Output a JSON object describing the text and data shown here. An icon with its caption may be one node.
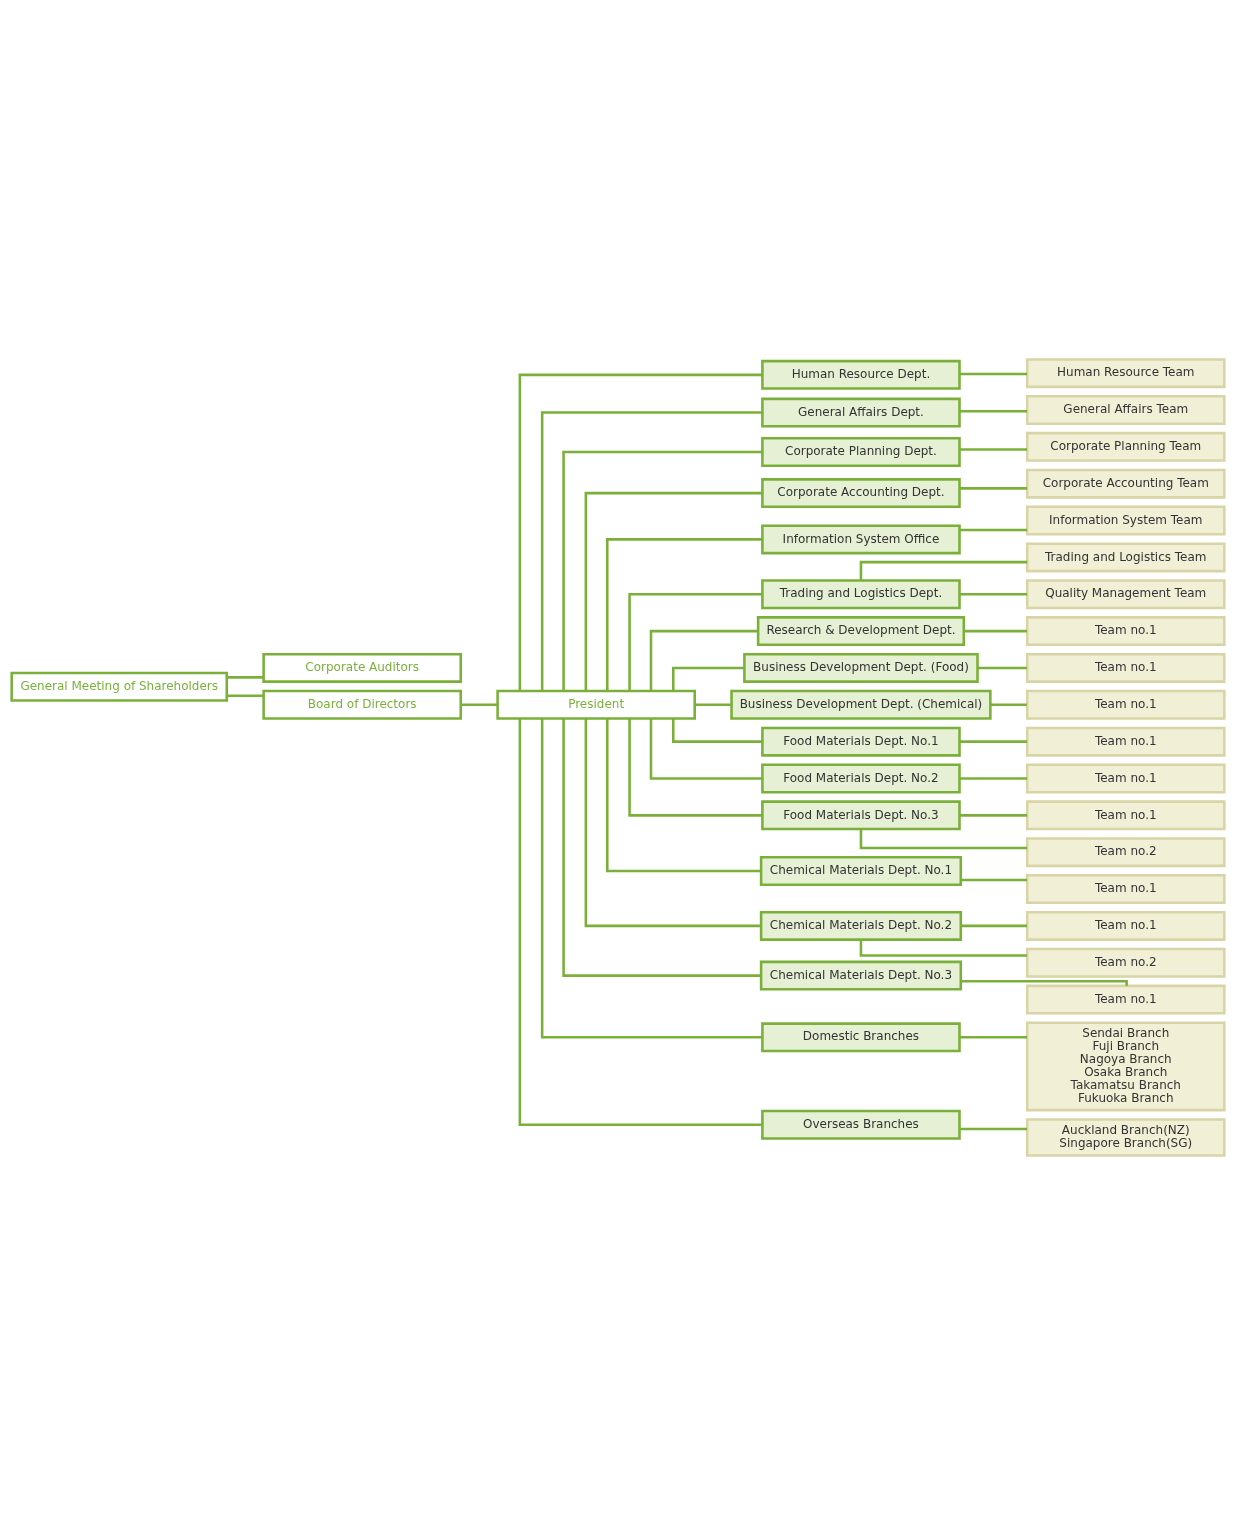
{
  "diagram": {
    "nodes": [
      {
        "text": [
          "General Meeting of Shareholders"
        ]
      },
      {
        "text": [
          "Corporate Auditors"
        ]
      },
      {
        "text": [
          "Board of Directors"
        ]
      },
      {
        "text": [
          "President"
        ]
      },
      {
        "text": [
          "Human Resource Dept."
        ]
      },
      {
        "text": [
          "Human Resource Team"
        ]
      },
      {
        "text": [
          "General Affairs Dept."
        ]
      },
      {
        "text": [
          "General Affairs Team"
        ]
      },
      {
        "text": [
          "Corporate Planning Dept."
        ]
      },
      {
        "text": [
          "Corporate Planning Team"
        ]
      },
      {
        "text": [
          "Corporate Accounting Dept."
        ]
      },
      {
        "text": [
          "Corporate Accounting Team"
        ]
      },
      {
        "text": [
          "Information System Office"
        ]
      },
      {
        "text": [
          "Information System Team"
        ]
      },
      {
        "text": [
          "Trading and Logistics Dept."
        ]
      },
      {
        "text": [
          "Trading and Logistics Team"
        ]
      },
      {
        "text": [
          "Quality Management Team"
        ]
      },
      {
        "text": [
          "Research & Development Dept."
        ]
      },
      {
        "text": [
          "Team no.1"
        ]
      },
      {
        "text": [
          "Business Development Dept. (Food)"
        ]
      },
      {
        "text": [
          "Team no.1"
        ]
      },
      {
        "text": [
          "Business Development Dept. (Chemical)"
        ]
      },
      {
        "text": [
          "Team no.1"
        ]
      },
      {
        "text": [
          "Food Materials Dept. No.1"
        ]
      },
      {
        "text": [
          "Team no.1"
        ]
      },
      {
        "text": [
          "Food Materials Dept. No.2"
        ]
      },
      {
        "text": [
          "Team no.1"
        ]
      },
      {
        "text": [
          "Food Materials Dept. No.3"
        ]
      },
      {
        "text": [
          "Team no.1"
        ]
      },
      {
        "text": [
          "Team no.2"
        ]
      },
      {
        "text": [
          "Chemical Materials Dept. No.1"
        ]
      },
      {
        "text": [
          "Team no.1"
        ]
      },
      {
        "text": [
          "Chemical Materials Dept. No.2"
        ]
      },
      {
        "text": [
          "Team no.1"
        ]
      },
      {
        "text": [
          "Team no.2"
        ]
      },
      {
        "text": [
          "Chemical Materials Dept. No.3"
        ]
      },
      {
        "text": [
          "Team no.1"
        ]
      },
      {
        "text": [
          "Domestic Branches"
        ]
      },
      {
        "text": [
          "Sendai Branch",
          "Fuji Branch",
          "Nagoya Branch",
          "Osaka Branch",
          "Takamatsu Branch",
          "Fukuoka Branch"
        ]
      },
      {
        "text": [
          "Overseas Branches"
        ]
      },
      {
        "text": [
          "Auckland Branch(NZ)",
          "Singapore Branch(SG)"
        ]
      }
    ],
    "edges": [
      {
        "from": 0,
        "to": 1,
        "arrow": "none"
      },
      {
        "from": 0,
        "to": 2,
        "arrow": "none"
      },
      {
        "from": 2,
        "to": 3,
        "arrow": "none"
      },
      {
        "from": 3,
        "to": 4,
        "arrow": "none"
      },
      {
        "from": 4,
        "to": 5,
        "arrow": "none"
      },
      {
        "from": 3,
        "to": 6,
        "arrow": "none"
      },
      {
        "from": 6,
        "to": 7,
        "arrow": "none"
      },
      {
        "from": 3,
        "to": 8,
        "arrow": "none"
      },
      {
        "from": 8,
        "to": 9,
        "arrow": "none"
      },
      {
        "from": 3,
        "to": 10,
        "arrow": "none"
      },
      {
        "from": 10,
        "to": 11,
        "arrow": "none"
      },
      {
        "from": 3,
        "to": 12,
        "arrow": "none"
      },
      {
        "from": 12,
        "to": 13,
        "arrow": "none"
      },
      {
        "from": 3,
        "to": 14,
        "arrow": "none"
      },
      {
        "from": 14,
        "to": 15,
        "arrow": "none"
      },
      {
        "from": 14,
        "to": 16,
        "arrow": "none"
      },
      {
        "from": 3,
        "to": 17,
        "arrow": "none"
      },
      {
        "from": 17,
        "to": 18,
        "arrow": "none"
      },
      {
        "from": 3,
        "to": 19,
        "arrow": "none"
      },
      {
        "from": 19,
        "to": 20,
        "arrow": "none"
      },
      {
        "from": 3,
        "to": 21,
        "arrow": "none"
      },
      {
        "from": 21,
        "to": 22,
        "arrow": "none"
      },
      {
        "from": 3,
        "to": 23,
        "arrow": "none"
      },
      {
        "from": 23,
        "to": 24,
        "arrow": "none"
      },
      {
        "from": 3,
        "to": 25,
        "arrow": "none"
      },
      {
        "from": 25,
        "to": 26,
        "arrow": "none"
      },
      {
        "from": 3,
        "to": 27,
        "arrow": "none"
      },
      {
        "from": 27,
        "to": 28,
        "arrow": "none"
      },
      {
        "from": 27,
        "to": 29,
        "arrow": "none"
      },
      {
        "from": 3,
        "to": 30,
        "arrow": "none"
      },
      {
        "from": 30,
        "to": 31,
        "arrow": "none"
      },
      {
        "from": 3,
        "to": 32,
        "arrow": "none"
      },
      {
        "from": 32,
        "to": 33,
        "arrow": "none"
      },
      {
        "from": 32,
        "to": 34,
        "arrow": "none"
      },
      {
        "from": 3,
        "to": 35,
        "arrow": "none"
      },
      {
        "from": 35,
        "to": 36,
        "arrow": "none"
      },
      {
        "from": 3,
        "to": 37,
        "arrow": "none"
      },
      {
        "from": 37,
        "to": 38,
        "arrow": "none"
      },
      {
        "from": 3,
        "to": 39,
        "arrow": "none"
      },
      {
        "from": 39,
        "to": 40,
        "arrow": "none"
      }
    ]
  }
}
